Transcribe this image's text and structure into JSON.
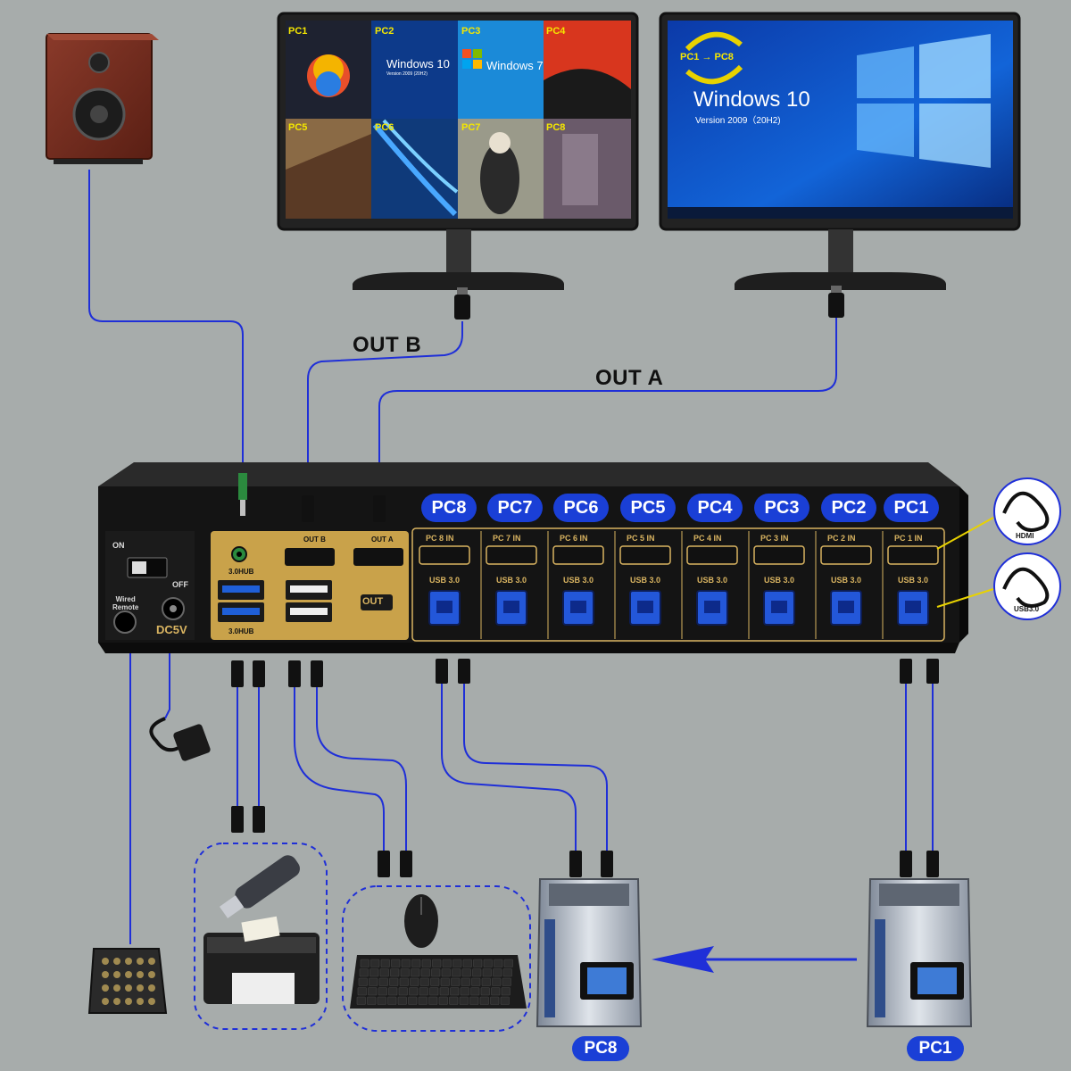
{
  "labels": {
    "out_b": "OUT B",
    "out_a": "OUT A"
  },
  "front_pcs": [
    "PC8",
    "PC7",
    "PC6",
    "PC5",
    "PC4",
    "PC3",
    "PC2",
    "PC1"
  ],
  "port_labels": [
    "PC 8 IN",
    "PC 7 IN",
    "PC 6 IN",
    "PC 5 IN",
    "PC 4 IN",
    "PC 3 IN",
    "PC 2 IN",
    "PC 1 IN"
  ],
  "usb_label": "USB 3.0",
  "panel": {
    "on": "ON",
    "off": "OFF",
    "wired_remote": "Wired\nRemote",
    "dc5v": "DC5V",
    "hub_top": "3.0HUB",
    "hub_bottom": "3.0HUB",
    "out_b_port": "OUT B",
    "out_a_port": "OUT A",
    "out": "OUT"
  },
  "legend": {
    "hdmi": "HDMI",
    "usb30": "USB3.0"
  },
  "monitor_left": {
    "tiles": [
      "PC1",
      "PC2",
      "PC3",
      "PC4",
      "PC5",
      "PC6",
      "PC7",
      "PC8"
    ],
    "win10": "Windows 10",
    "win10_version": "Version 2009 (20H2)",
    "win7": "Windows 7"
  },
  "monitor_right": {
    "switch": "PC1 → PC8",
    "title": "Windows 10",
    "version": "Version 2009（20H2)"
  },
  "bottom_pcs": {
    "pc8": "PC8",
    "pc1": "PC1"
  },
  "colors": {
    "background": "#a7acab",
    "cable": "#1f2fd8",
    "pill": "#1a3fd6",
    "gold": "#d9b461",
    "device_body": "#141414"
  }
}
